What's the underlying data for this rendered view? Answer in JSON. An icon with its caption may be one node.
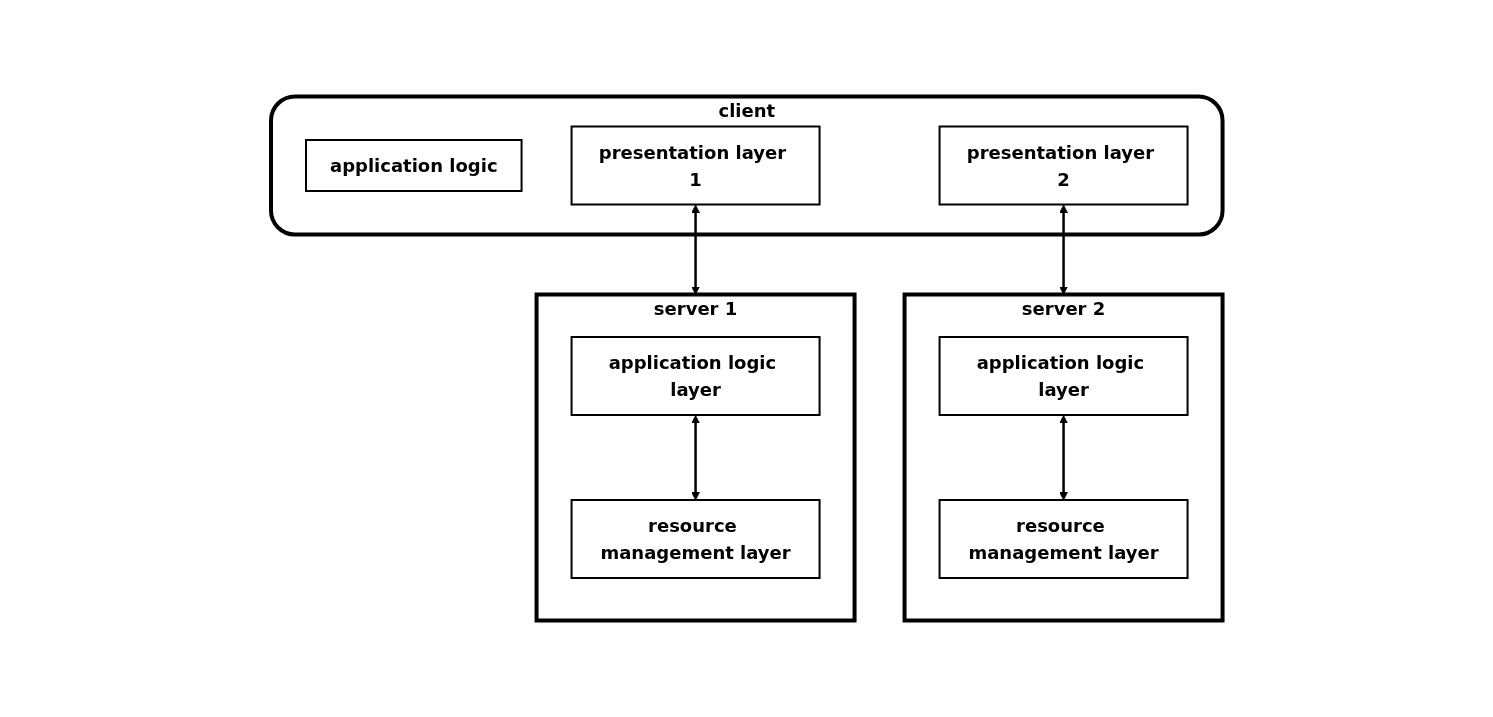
{
  "diagram": {
    "nodes": [
      {
        "text": [
          "client"
        ]
      },
      {
        "text": [
          "application logic"
        ],
        "in": 0
      },
      {
        "text": [
          "presentation layer 1"
        ],
        "in": 0
      },
      {
        "text": [
          "presentation layer 2"
        ],
        "in": 0
      },
      {
        "text": [
          "server 1"
        ]
      },
      {
        "text": [
          "application logic layer"
        ],
        "in": 4
      },
      {
        "text": [
          "resource management layer"
        ],
        "in": 4
      },
      {
        "text": [
          "server 2"
        ]
      },
      {
        "text": [
          "application logic layer"
        ],
        "in": 7
      },
      {
        "text": [
          "resource management layer"
        ],
        "in": 7
      }
    ],
    "edges": [
      {
        "from": 2,
        "to": 4,
        "arrow": "both"
      },
      {
        "from": 3,
        "to": 7,
        "arrow": "both"
      },
      {
        "from": 5,
        "to": 6,
        "arrow": "both"
      },
      {
        "from": 8,
        "to": 9,
        "arrow": "both"
      }
    ]
  }
}
